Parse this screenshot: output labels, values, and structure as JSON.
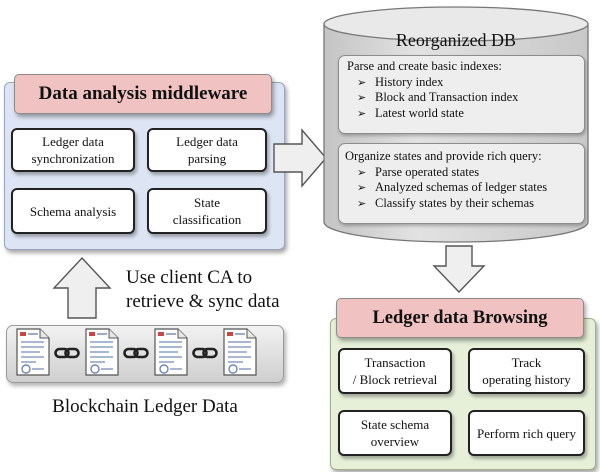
{
  "middleware": {
    "title": "Data analysis middleware",
    "boxes": [
      {
        "lines": [
          "Ledger data",
          "synchronization"
        ]
      },
      {
        "lines": [
          "Ledger data",
          "parsing"
        ]
      },
      {
        "lines": [
          "Schema analysis"
        ]
      },
      {
        "lines": [
          "State",
          "classification"
        ]
      }
    ]
  },
  "db": {
    "title": "Reorganized DB",
    "section1": {
      "heading": "Parse and create basic indexes:",
      "items": [
        "History index",
        "Block and Transaction index",
        "Latest world state"
      ]
    },
    "section2": {
      "heading": "Organize states and provide rich query:",
      "items": [
        "Parse operated states",
        "Analyzed schemas of ledger states",
        "Classify states by their schemas"
      ]
    }
  },
  "sync": {
    "lines": [
      "Use client CA to",
      "retrieve & sync data"
    ]
  },
  "ledger": {
    "caption": "Blockchain Ledger Data",
    "block_count": 4
  },
  "browsing": {
    "title": "Ledger data Browsing",
    "boxes": [
      {
        "lines": [
          "Transaction",
          "/ Block retrieval"
        ]
      },
      {
        "lines": [
          "Track",
          "operating history"
        ]
      },
      {
        "lines": [
          "State schema",
          "overview"
        ]
      },
      {
        "lines": [
          "Perform rich query"
        ]
      }
    ]
  },
  "colors": {
    "panel_blue": "#dde5f4",
    "panel_green": "#e6f0d9",
    "title_pink": "#f1c2c2",
    "cylinder": "#d8d8d8",
    "arrow_fill": "#efefef"
  }
}
